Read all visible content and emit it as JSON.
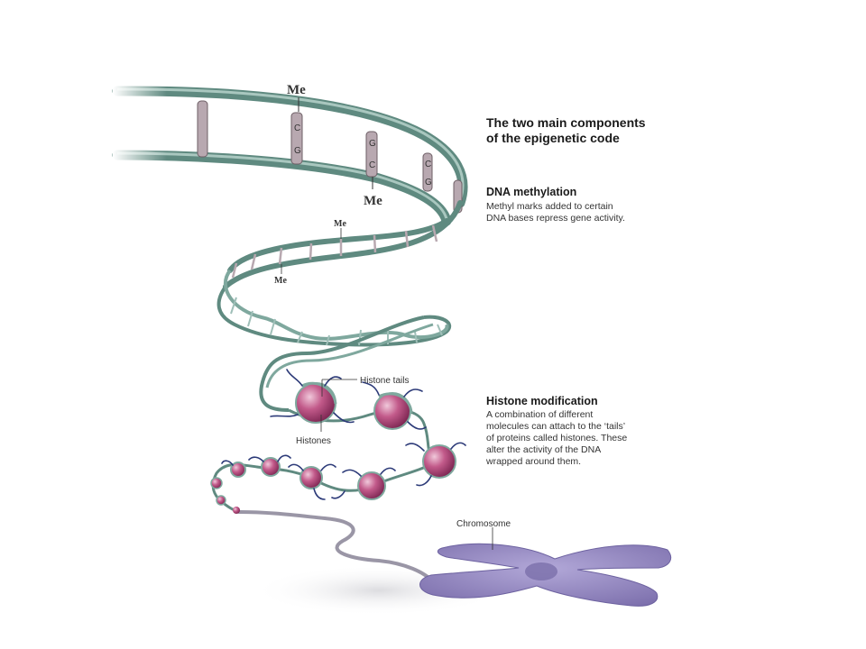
{
  "heading": {
    "line1": "The two main components",
    "line2": "of the epigenetic code"
  },
  "dna_methylation": {
    "title": "DNA methylation",
    "line1": "Methyl marks added to certain",
    "line2": "DNA bases repress gene activity."
  },
  "histone_modification": {
    "title": "Histone modification",
    "line1": "A combination of different",
    "line2": "molecules can attach to the ‘tails’",
    "line3": "of proteins called histones. These",
    "line4": "alter the activity of the DNA",
    "line5": "wrapped around them."
  },
  "labels": {
    "methyl_mark": "Me",
    "base_c": "C",
    "base_g": "G",
    "histone_tails": "Histone tails",
    "histones": "Histones",
    "chromosome": "Chromosome"
  },
  "colors": {
    "dna_backbone": "#5f8a80",
    "dna_backbone_light": "#a9c7bf",
    "rung": "#b8a8b0",
    "histone": "#b3487a",
    "histone_highlight": "#e8b7cc",
    "histone_tail": "#2c3a78",
    "chromosome": "#8f83bd",
    "chromatin_fiber": "#9a96a6"
  }
}
